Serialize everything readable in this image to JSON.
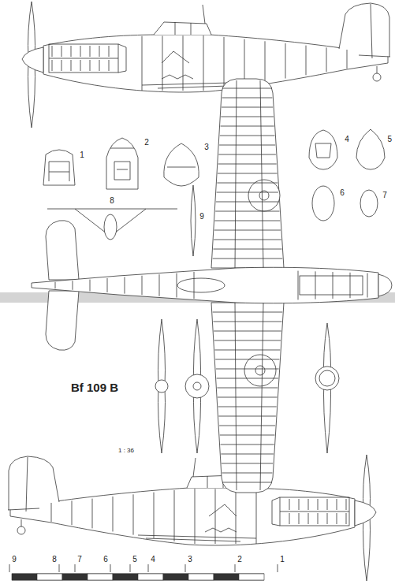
{
  "diagram": {
    "title": "Bf 109 B",
    "labels": [
      "1",
      "2",
      "3",
      "4",
      "5",
      "6",
      "7",
      "8",
      "9",
      "9",
      "8",
      "7",
      "6",
      "5",
      "4",
      "3",
      "2",
      "1",
      "1 : 36"
    ]
  }
}
